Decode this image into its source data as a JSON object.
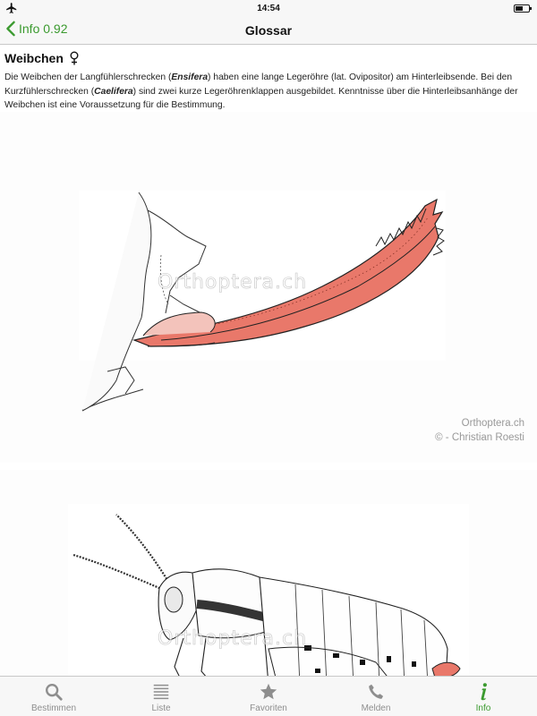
{
  "status_bar": {
    "time": "14:54",
    "battery_level": 0.6
  },
  "nav": {
    "back_label": "Info 0.92",
    "title": "Glossar"
  },
  "entry": {
    "title": "Weibchen",
    "symbol_icon": "female-symbol-icon",
    "text_parts": [
      "Die Weibchen der Langfühlerschrecken (",
      "Ensifera",
      ") haben eine lange Legeröhre (lat. Ovipositor) am Hinterleibsende. Bei den Kurzfühlerschrecken (",
      "Caelifera",
      ") sind zwei kurze Legeröhrenklappen ausgebildet. Kenntnisse über die Hinterleibsanhänge der Weibchen ist eine Voraussetzung für die Bestimmung."
    ]
  },
  "figures": [
    {
      "watermark": "Orthoptera.ch",
      "credit_lines": [
        "Orthoptera.ch",
        "© - Christian Roesti"
      ],
      "highlight_color": "#e9786a"
    },
    {
      "watermark": "Orthoptera.ch",
      "highlight_color": "#e9786a"
    }
  ],
  "tabs": [
    {
      "label": "Bestimmen",
      "icon": "search-icon",
      "active": false
    },
    {
      "label": "Liste",
      "icon": "list-icon",
      "active": false
    },
    {
      "label": "Favoriten",
      "icon": "star-icon",
      "active": false
    },
    {
      "label": "Melden",
      "icon": "phone-icon",
      "active": false
    },
    {
      "label": "Info",
      "icon": "info-icon",
      "active": true
    }
  ],
  "colors": {
    "accent": "#3b9a2f",
    "inactive": "#8e8e8e",
    "bar_background": "#f7f7f7"
  }
}
